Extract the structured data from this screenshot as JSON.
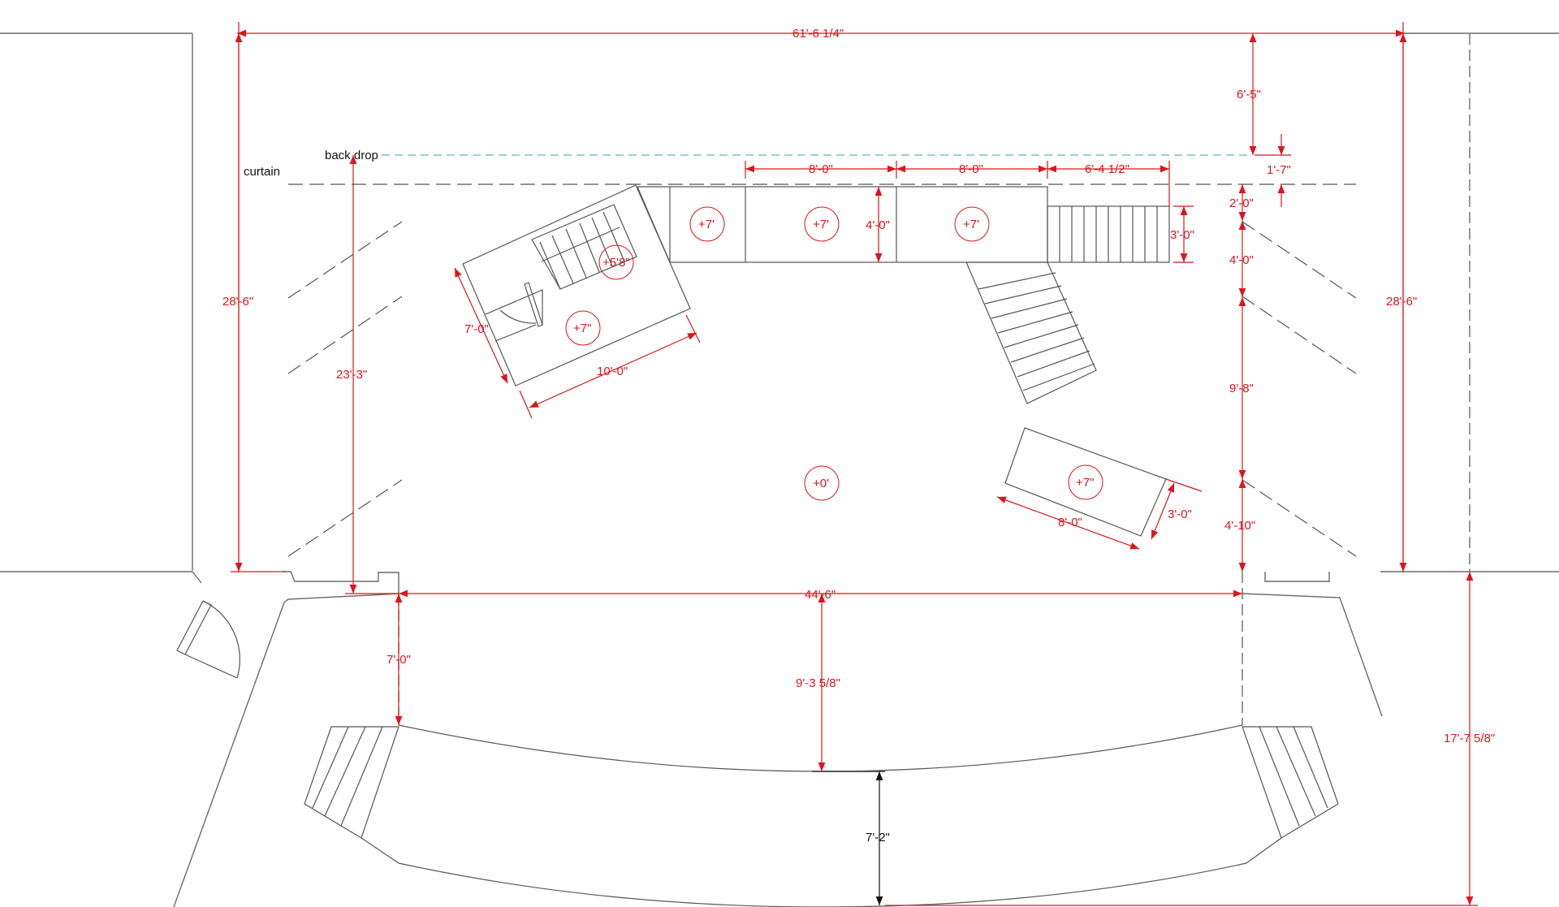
{
  "labels": {
    "backdrop": "back drop",
    "curtain": "curtain"
  },
  "dims": {
    "top_width": "61'-6 1/4\"",
    "left_height": "28'-6\"",
    "right_height": "28'-6\"",
    "left_inner": "23'-3\"",
    "top_gap": "6'-5\"",
    "backdrop_gap": "1'-7\"",
    "right_2ft": "2'-0\"",
    "right_4ft": "4'-0\"",
    "right_9_8": "9'-8\"",
    "right_4_10": "4'-10\"",
    "plat_8a": "8'-0\"",
    "plat_8b": "8'-0\"",
    "plat_6_4": "6'-4 1/2\"",
    "plat_depth": "4'-0\"",
    "stair_3ft": "3'-0\"",
    "left_7ft": "7'-0\"",
    "left_10ft": "10'-0\"",
    "rp_8ft": "8'-0\"",
    "rp_3ft": "3'-0\"",
    "prosc_width": "44'-6\"",
    "apron_7ft": "7'-0\"",
    "apron_9_3": "9'-3 5/8\"",
    "apron_7_2": "7'-2\"",
    "apron_17_7": "17'-7 5/8\""
  },
  "elevations": {
    "p1": "+7'",
    "p2": "+7'",
    "p3": "+7'",
    "landing": "+5'8\"",
    "left_plat": "+7\"",
    "floor": "+0'",
    "right_plat": "+7\""
  },
  "colors": {
    "dimension": "#e0141b",
    "line": "#555555",
    "backdrop": "#2aa6c9"
  }
}
